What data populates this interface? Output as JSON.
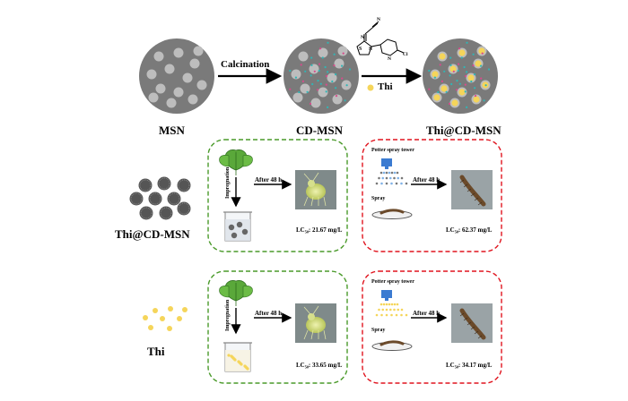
{
  "top_row": {
    "msn_label": "MSN",
    "arrow1_label": "Calcination",
    "cd_msn_label": "CD-MSN",
    "thi_legend_label": "Thi",
    "product_label": "Thi@CD-MSN"
  },
  "rows": [
    {
      "label": "Thi@CD-MSN",
      "green_panel": {
        "impregnation_label": "Impregnation",
        "arrow_label": "After 48 h",
        "lc_label": "LC₅₀: 21.67 mg/L"
      },
      "red_panel": {
        "tower_label": "Potter spray tower",
        "spray_label": "Spray",
        "arrow_label": "After 48 h",
        "lc_label": "LC₅₀: 62.37 mg/L"
      }
    },
    {
      "label": "Thi",
      "green_panel": {
        "impregnation_label": "Impregnation",
        "arrow_label": "After 48 h",
        "lc_label": "LC₅₀: 33.65 mg/L"
      },
      "red_panel": {
        "tower_label": "Potter spray tower",
        "spray_label": "Spray",
        "arrow_label": "After 48 h",
        "lc_label": "LC₅₀: 34.17 mg/L"
      }
    }
  ],
  "colors": {
    "sphere": "#7a7a7a",
    "pore": "#bdbdbd",
    "cd_dot": "#2fb6b6",
    "cd_dot2": "#d94a8c",
    "thi": "#f5d55a",
    "green_dash": "#4a9a2a",
    "red_dash": "#e0141e",
    "aphid": "#cdd97a",
    "larva": "#6b4a2a"
  }
}
